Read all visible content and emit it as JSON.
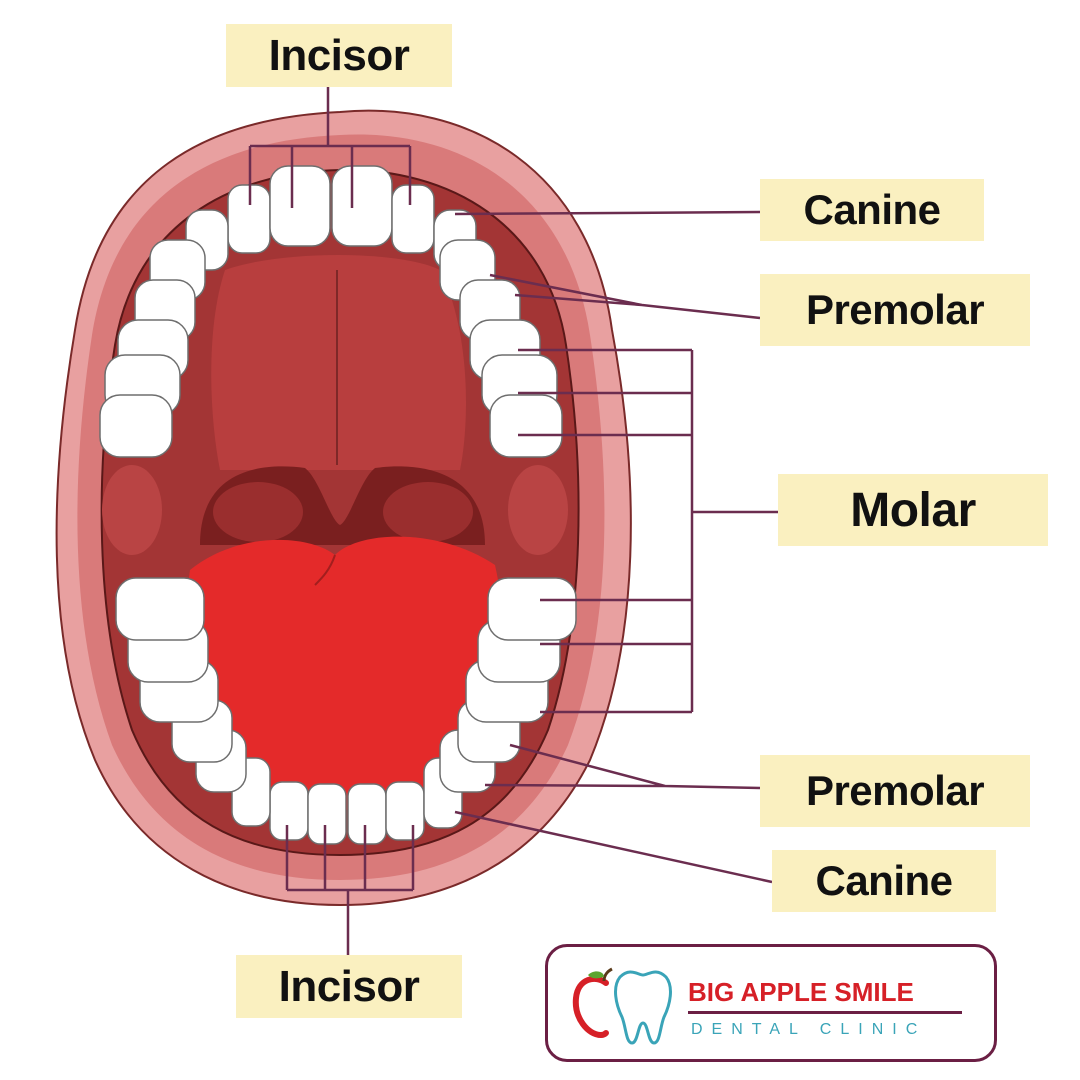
{
  "labels": {
    "top_incisor": "Incisor",
    "upper_canine": "Canine",
    "upper_premolar": "Premolar",
    "molar": "Molar",
    "lower_premolar": "Premolar",
    "lower_canine": "Canine",
    "bottom_incisor": "Incisor"
  },
  "logo": {
    "title": "BIG APPLE SMILE",
    "subtitle": "DENTAL CLINIC"
  },
  "colors": {
    "label_background": "#faf0c0",
    "leader_lines": "#6b2d4f",
    "lips_outer": "#e8a0a0",
    "lips_inner": "#d97a7a",
    "mouth_cavity": "#a33535",
    "palate": "#b83e3e",
    "throat": "#7a1f1f",
    "tongue": "#e42a2a",
    "teeth": "#ffffff",
    "logo_red": "#d62027",
    "logo_teal": "#3aa4b8",
    "logo_border": "#6b1f44"
  },
  "icons": [
    "apple-icon",
    "tooth-icon"
  ]
}
